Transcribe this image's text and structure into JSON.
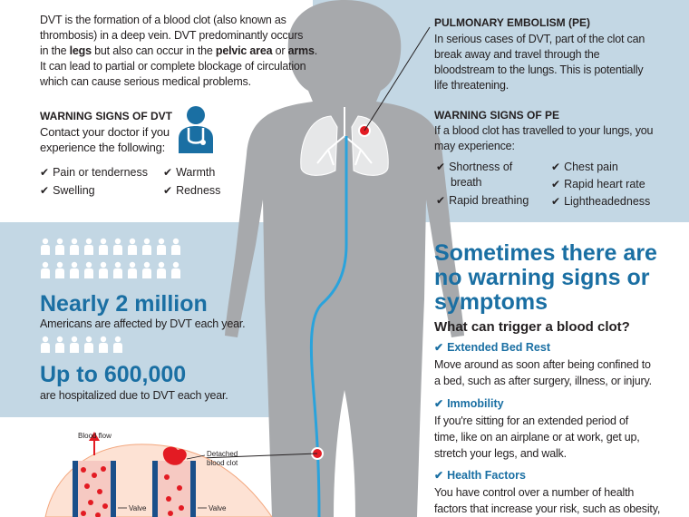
{
  "colors": {
    "accent_blue": "#1a6fa3",
    "panel_blue": "#c3d7e4",
    "body_gray": "#a7a9ac",
    "clot_red": "#e31b23",
    "text_dark": "#231f20"
  },
  "intro": {
    "l1": "DVT is the formation of a blood clot (also known as",
    "l2": "thrombosis) in a deep vein.  DVT predominantly occurs",
    "l3_a": "in the ",
    "l3_b": "legs",
    "l3_c": " but also can occur in the ",
    "l3_d": "pelvic area",
    "l3_e": " or ",
    "l3_f": "arms",
    "l3_g": ".",
    "l4": "It can lead to partial or complete blockage of circulation",
    "l5": "which can cause serious medical problems."
  },
  "dvt_signs": {
    "title": "WARNING SIGNS OF DVT",
    "line1": "Contact your doctor if you",
    "line2": "experience the following:",
    "items": [
      "Pain or tenderness",
      "Warmth",
      "Swelling",
      "Redness"
    ]
  },
  "pe": {
    "title": "PULMONARY EMBOLISM (PE)",
    "l1": "In serious cases of DVT, part of the clot can",
    "l2": "break away and travel through the",
    "l3": "bloodstream to the lungs. This is potentially",
    "l4": "life threatening."
  },
  "pe_signs": {
    "title": "WARNING SIGNS OF PE",
    "l1": "If a blood clot has travelled to your lungs, you",
    "l2": "may experience:",
    "items": [
      "Shortness of",
      "breath",
      "Chest pain",
      "Rapid heart rate",
      "Rapid breathing",
      "Lightheadedness"
    ]
  },
  "stats": {
    "s1_value": "Nearly 2 million",
    "s1_label": "Americans are affected by DVT each year.",
    "s2_value": "Up to 600,000",
    "s2_label": "are hospitalized due to DVT each year."
  },
  "no_signs": {
    "l1": "Sometimes there are",
    "l2": "no warning signs or",
    "l3": "symptoms"
  },
  "triggers": {
    "title": "What can trigger a blood clot?",
    "items": [
      {
        "title": "Extended Bed Rest",
        "l1": "Move around as soon after being confined to",
        "l2": "a bed, such as after surgery, illness, or injury."
      },
      {
        "title": "Immobility",
        "l1": "If you're sitting for an extended period of",
        "l2": "time, like on an airplane or at work, get up,",
        "l3": "stretch your legs, and walk."
      },
      {
        "title": "Health Factors",
        "l1": "You have control over a number of health",
        "l2": "factors that increase your risk, such as obesity,"
      }
    ]
  },
  "diagram": {
    "blood_flow": "Blood flow",
    "detached_1": "Detached",
    "detached_2": "blood clot",
    "valve": "Valve"
  },
  "icons": {
    "check": "✔",
    "people": "person-icon",
    "doctor": "doctor-icon"
  }
}
